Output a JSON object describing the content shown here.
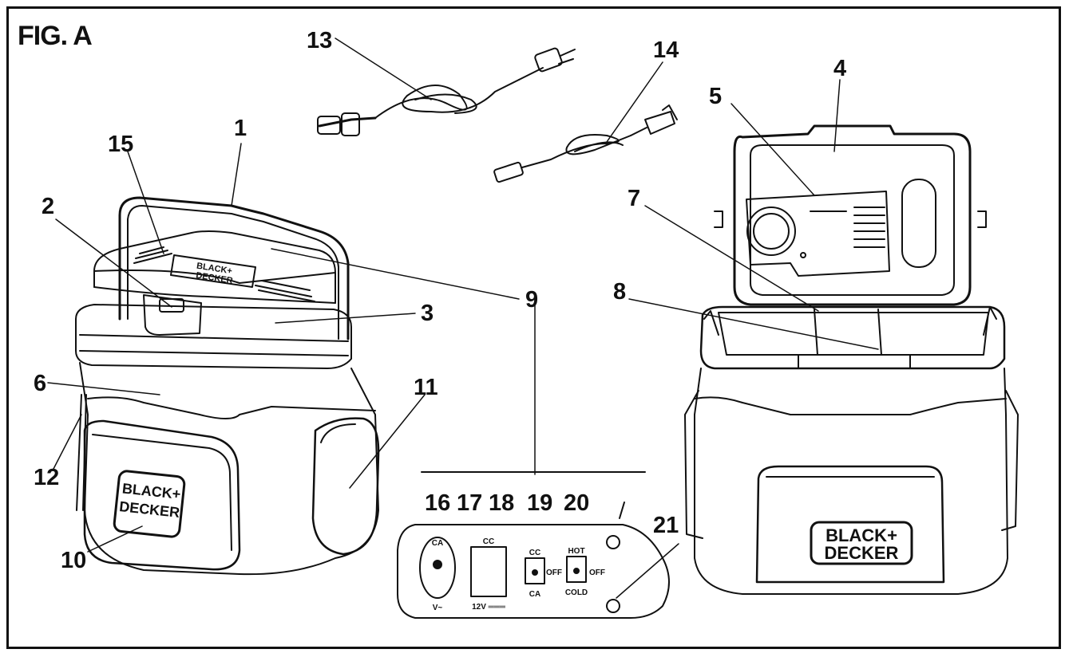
{
  "figure": {
    "title": "FIG. A",
    "brand_top": "BLACK+",
    "brand_bottom": "DECKER"
  },
  "callouts": [
    "1",
    "2",
    "3",
    "4",
    "5",
    "6",
    "7",
    "8",
    "9",
    "10",
    "11",
    "12",
    "13",
    "14",
    "15",
    "16",
    "17",
    "18",
    "19",
    "20",
    "21"
  ],
  "panel": {
    "ca_label": "CA",
    "v_label": "V~",
    "cc_label": "CC",
    "dc_label": "12V ═══",
    "switch1_top": "CC",
    "switch1_side": "OFF",
    "switch1_bottom": "CA",
    "switch2_top": "HOT",
    "switch2_side": "OFF",
    "switch2_bottom": "COLD"
  },
  "colors": {
    "line": "#111111",
    "background": "#ffffff"
  }
}
